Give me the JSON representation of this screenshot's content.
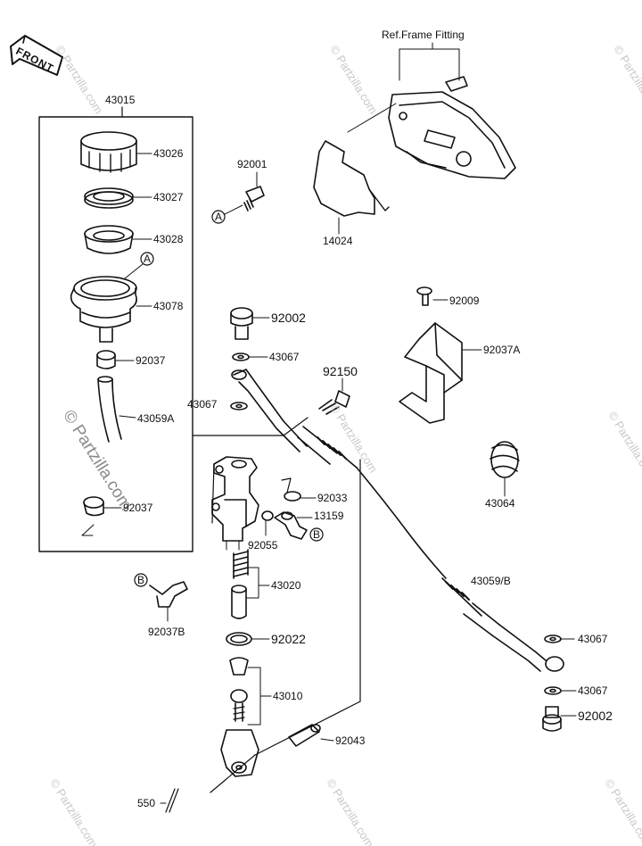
{
  "front_badge": "FRONT",
  "ref_label": "Ref.Frame Fitting",
  "watermark": {
    "main": "© Partzilla.com",
    "repeat": "© Partzilla.com"
  },
  "labels": {
    "p43015": "43015",
    "p43026": "43026",
    "p43027": "43027",
    "p43028": "43028",
    "p43078": "43078",
    "p92037_top": "92037",
    "p43059a": "43059A",
    "p92037_bot": "92037",
    "p92001": "92001",
    "p14024": "14024",
    "p92009": "92009",
    "p92037a": "92037A",
    "p43064": "43064",
    "p92002_top": "92002",
    "p43067_a": "43067",
    "p43067_b": "43067",
    "p92150": "92150",
    "p92033": "92033",
    "p13159": "13159",
    "p92055": "92055",
    "p43020": "43020",
    "p92022": "92022",
    "p43010": "43010",
    "p92043": "92043",
    "p550": "550",
    "p92037b": "92037B",
    "p43059b": "43059/B",
    "p43067_c": "43067",
    "p43067_d": "43067",
    "p92002_bot": "92002",
    "ref_a1": "A",
    "ref_a2": "A",
    "ref_b1": "B",
    "ref_b2": "B"
  }
}
